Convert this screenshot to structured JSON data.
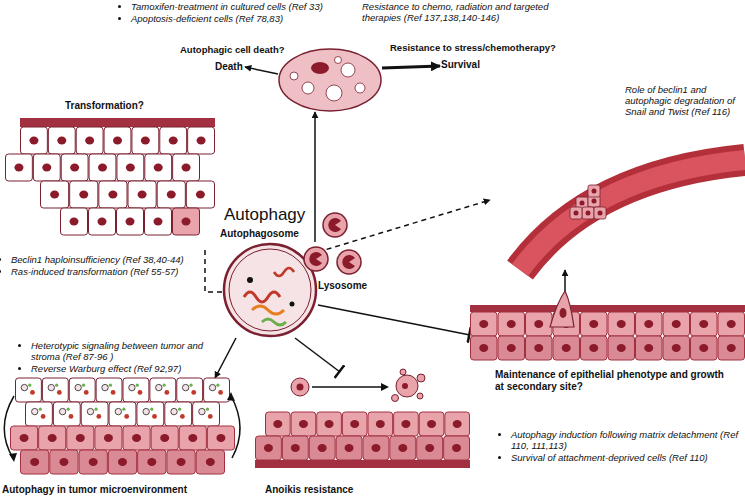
{
  "diagram": {
    "nodes": [
      {
        "text": [
          "Autophagy",
          "Autophagosome"
        ]
      },
      {
        "text": [
          "Lysosome"
        ]
      },
      {
        "text": [
          "Tamoxifen-treatment in cultured cells (Ref 33)",
          "Apoptosis-deficient cells (Ref 78,83)"
        ]
      },
      {
        "text": [
          "Autophagic cell death?",
          "Death"
        ]
      },
      {
        "text": [
          "Resistance to chemo, radiation and targeted therapies (Ref 137,138,140-146)",
          "Resistance to stress/chemotherapy?",
          "Survival"
        ]
      },
      {
        "text": [
          "Transformation?",
          "Beclin1 haploinsufficiency (Ref 38,40-44)",
          "Ras-induced transformation (Ref 55-57)"
        ]
      },
      {
        "text": [
          "Heterotypic signaling between tumor and stroma (Ref 87-96 )",
          "Reverse Warburg effect (Ref 92,97)",
          "Autophagy in tumor microenvironment"
        ]
      },
      {
        "text": [
          "Anoikis resistance",
          "Autophagy induction following matrix detachment (Ref 110, 111,113)",
          "Survival of attachment-deprived cells (Ref 110)"
        ]
      },
      {
        "text": [
          "Maintenance of epithelial phenotype and growth at secondary site?"
        ]
      },
      {
        "text": [
          "Role of beclin1 and autophagic degradation of Snail and Twist (Ref 116)"
        ]
      }
    ],
    "edges": [
      {
        "from": 0,
        "to": 2,
        "arrow": "to"
      },
      {
        "from": 2,
        "to": 3,
        "arrow": "to"
      },
      {
        "from": 2,
        "to": 4,
        "arrow": "to"
      },
      {
        "from": 0,
        "to": 5,
        "arrow": "none"
      },
      {
        "from": 0,
        "to": 6,
        "arrow": "to"
      },
      {
        "from": 0,
        "to": 7,
        "arrow": "to"
      },
      {
        "from": 0,
        "to": 8,
        "arrow": "to"
      },
      {
        "from": 0,
        "to": 9,
        "arrow": "to"
      },
      {
        "from": 8,
        "to": 9,
        "arrow": "to"
      }
    ]
  }
}
